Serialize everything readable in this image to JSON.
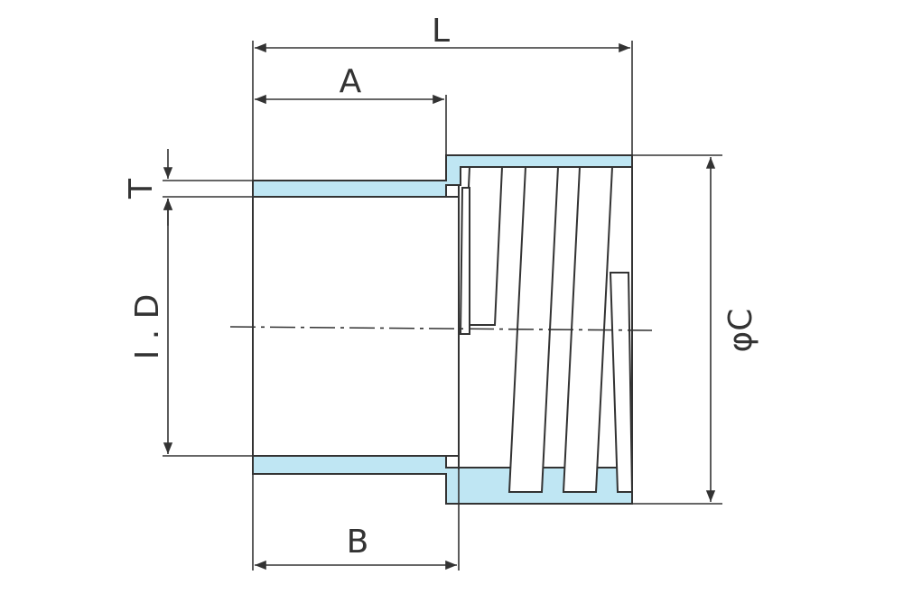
{
  "drawing": {
    "labels": {
      "L": "L",
      "A": "A",
      "B": "B",
      "T": "T",
      "ID": "I . D",
      "C": "φC"
    },
    "colors": {
      "line": "#333333",
      "wall_fill": "#bfe6f3",
      "background": "#ffffff"
    }
  }
}
